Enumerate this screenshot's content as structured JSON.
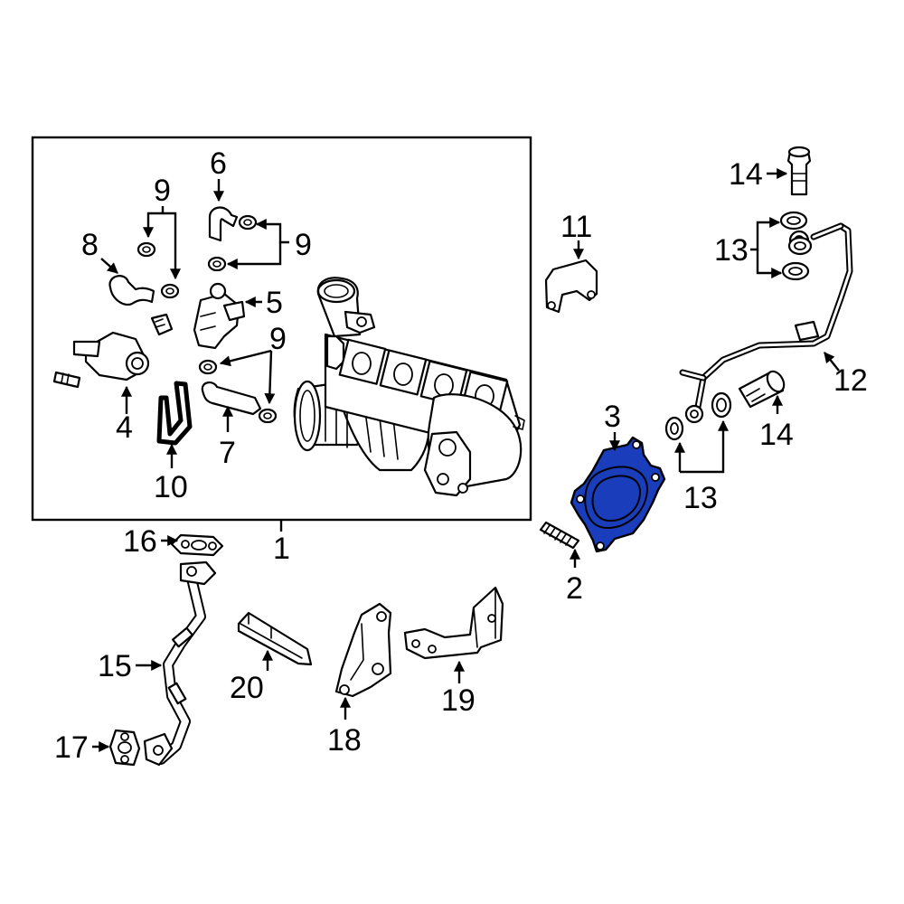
{
  "diagram": {
    "highlight_color": "#1a3dbb",
    "highlighted_part": "3",
    "callouts": {
      "c1": "1",
      "c2": "2",
      "c3": "3",
      "c4": "4",
      "c5": "5",
      "c6": "6",
      "c7": "7",
      "c8": "8",
      "c9a": "9",
      "c9b": "9",
      "c9c": "9",
      "c10": "10",
      "c11": "11",
      "c12": "12",
      "c13a": "13",
      "c13b": "13",
      "c14a": "14",
      "c14b": "14",
      "c15": "15",
      "c16": "16",
      "c17": "17",
      "c18": "18",
      "c19": "19",
      "c20": "20"
    }
  }
}
